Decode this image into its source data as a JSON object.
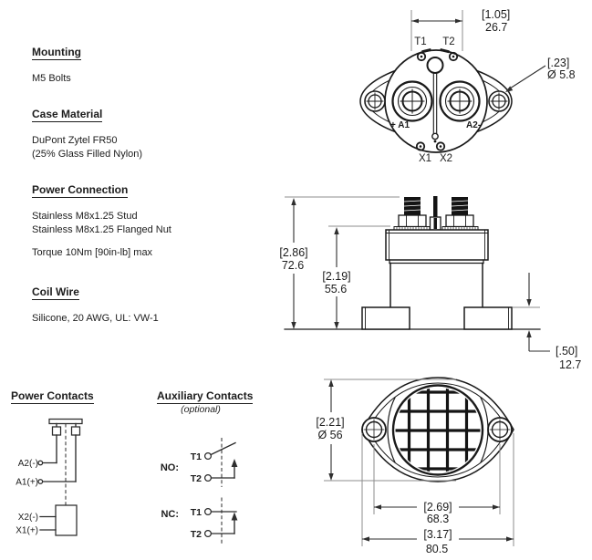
{
  "specs": [
    {
      "title": "Mounting",
      "paragraphs": [
        [
          "M5 Bolts"
        ]
      ]
    },
    {
      "title": "Case Material",
      "paragraphs": [
        [
          "DuPont Zytel FR50",
          "(25% Glass Filled Nylon)"
        ]
      ]
    },
    {
      "title": "Power Connection",
      "paragraphs": [
        [
          "Stainless M8x1.25 Stud",
          "Stainless M8x1.25 Flanged Nut"
        ],
        [
          "Torque 10Nm [90in-lb] max"
        ]
      ]
    },
    {
      "title": "Coil Wire",
      "paragraphs": [
        [
          "Silicone, 20 AWG, UL: VW-1"
        ]
      ]
    }
  ],
  "power_contacts": {
    "title": "Power Contacts",
    "a2": "A2(-)",
    "a1": "A1(+)",
    "x2": "X2(-)",
    "x1": "X1(+)"
  },
  "aux_contacts": {
    "title": "Auxiliary Contacts",
    "subtitle": "(optional)",
    "no": "NO:",
    "nc": "NC:",
    "t1": "T1",
    "t2": "T2"
  },
  "top_view": {
    "t1": "T1",
    "t2": "T2",
    "a1": "+ A1",
    "a2": "A2-",
    "x1": "X1",
    "x2": "X2",
    "dim_terminal_spacing": {
      "inches": "[1.05]",
      "mm": "26.7"
    },
    "dim_mount_hole": {
      "inches": "[.23]",
      "mm": "Ø 5.8"
    }
  },
  "side_view": {
    "dim_overall_height": {
      "inches": "[2.86]",
      "mm": "72.6"
    },
    "dim_body_height": {
      "inches": "[2.19]",
      "mm": "55.6"
    },
    "dim_foot_height": {
      "inches": "[.50]",
      "mm": "12.7"
    }
  },
  "bottom_view": {
    "dim_diameter": {
      "inches": "[2.21]",
      "mm": "Ø 56"
    },
    "dim_hole_spacing": {
      "inches": "[2.69]",
      "mm": "68.3"
    },
    "dim_overall_width": {
      "inches": "[3.17]",
      "mm": "80.5"
    }
  }
}
